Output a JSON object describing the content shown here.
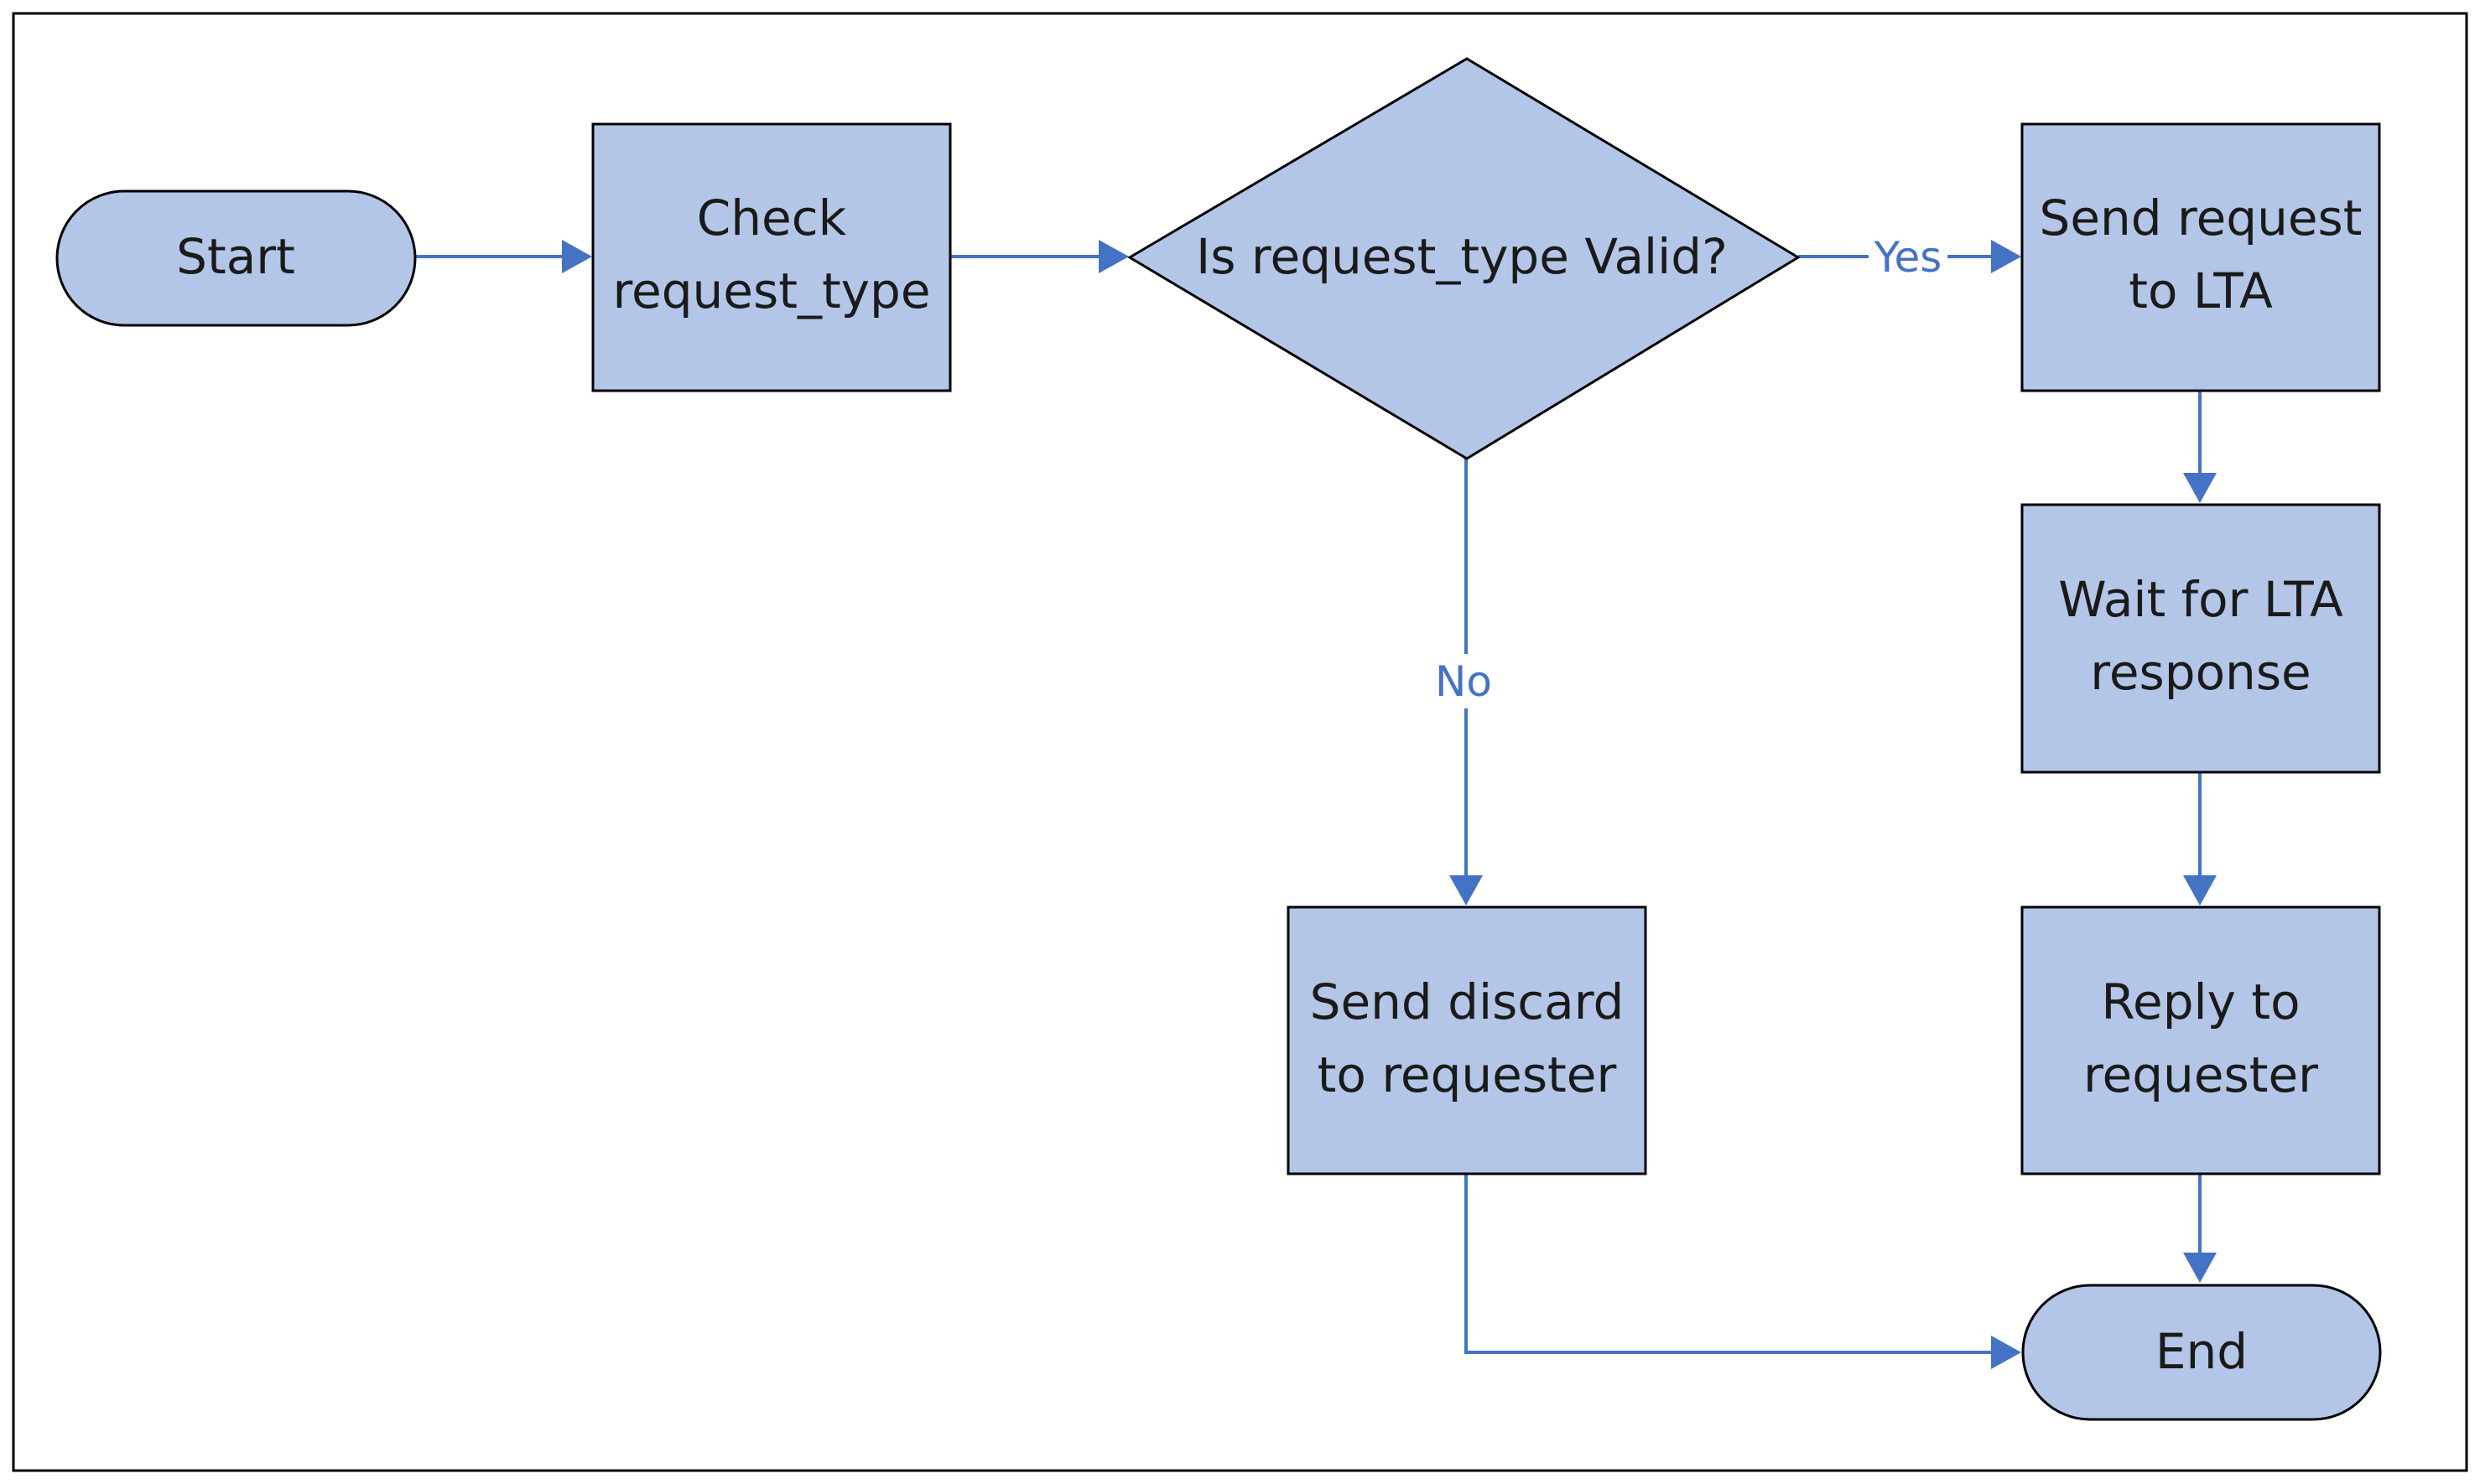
{
  "nodes": {
    "start": {
      "lines": [
        "Start"
      ]
    },
    "check": {
      "lines": [
        "Check",
        "request_type"
      ]
    },
    "decision": {
      "lines": [
        "Is request_type Valid?"
      ]
    },
    "send_request": {
      "lines": [
        "Send request",
        "to LTA"
      ]
    },
    "wait": {
      "lines": [
        "Wait for LTA",
        "response"
      ]
    },
    "reply": {
      "lines": [
        "Reply to",
        "requester"
      ]
    },
    "discard": {
      "lines": [
        "Send discard",
        "to requester"
      ]
    },
    "end": {
      "lines": [
        "End"
      ]
    }
  },
  "edges": {
    "yes_label": "Yes",
    "no_label": "No"
  },
  "colors": {
    "node_fill": "#b4c6e7",
    "edge": "#4472c4",
    "border": "#000000"
  }
}
